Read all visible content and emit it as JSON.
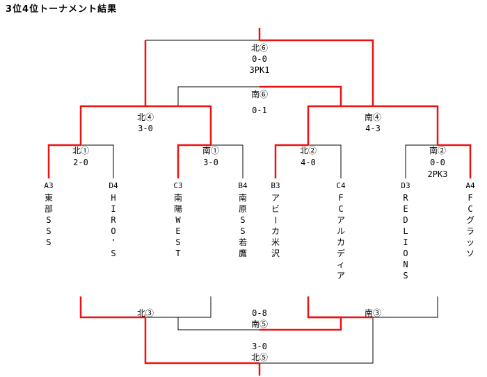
{
  "title": "3位4位トーナメント結果",
  "colors": {
    "line": "#000000",
    "winner": "#ee1111"
  },
  "teams": [
    {
      "code": "A3",
      "name": "東部SSS"
    },
    {
      "code": "D4",
      "name": "HIRO'S"
    },
    {
      "code": "C3",
      "name": "南陽WEST"
    },
    {
      "code": "B4",
      "name": "南原SS若鷹"
    },
    {
      "code": "B3",
      "name": "アビーカ米沢"
    },
    {
      "code": "C4",
      "name": "FCアルカディア"
    },
    {
      "code": "D3",
      "name": "REDLIONS"
    },
    {
      "code": "A4",
      "name": "FCグラッソ"
    }
  ],
  "matches": {
    "kita1": {
      "label": "北①",
      "score": "2-0"
    },
    "minami1": {
      "label": "南①",
      "score": "3-0"
    },
    "kita2": {
      "label": "北②",
      "score": "4-0"
    },
    "minami2": {
      "label": "南②",
      "score": "0-0",
      "pk": "2PK3"
    },
    "kita4": {
      "label": "北④",
      "score": "3-0"
    },
    "minami4": {
      "label": "南④",
      "score": "4-3"
    },
    "kita6": {
      "label": "北⑥",
      "score": "0-0",
      "pk": "3PK1"
    },
    "minami6": {
      "label": "南⑥",
      "score": "0-1"
    },
    "kita3": {
      "label": "北③"
    },
    "minami3": {
      "label": "南③"
    },
    "minami5": {
      "label": "南⑤",
      "score": "0-8"
    },
    "kita5": {
      "label": "北⑤",
      "score": "3-0"
    }
  }
}
